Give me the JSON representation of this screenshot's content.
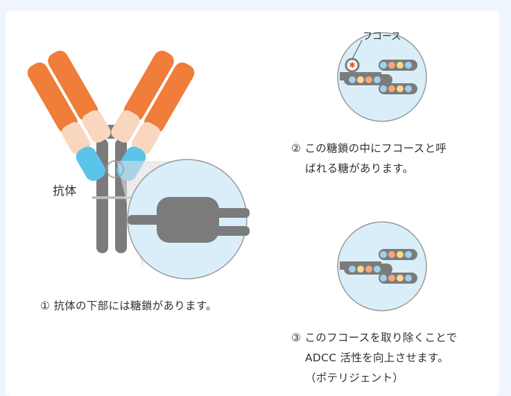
{
  "labels": {
    "antibody": "抗体",
    "fucose": "フコース"
  },
  "steps": [
    {
      "num": "①",
      "lines": [
        "抗体の下部には糖鎖があります。"
      ]
    },
    {
      "num": "②",
      "lines": [
        "この糖鎖の中にフコースと呼",
        "ばれる糖があります。"
      ]
    },
    {
      "num": "③",
      "lines": [
        "このフコースを取り除くことで",
        "ADCC 活性を向上させます。",
        "（ポテリジェント）"
      ]
    }
  ],
  "colors": {
    "page_bg": "#eef5fc",
    "panel_bg": "#ffffff",
    "heavy_chain": "#f07d3a",
    "light_chain_tip": "#5bc4ea",
    "light_chain_mid": "#f9d7bf",
    "fc_gray": "#7b7b7b",
    "zoom_bg": "#d9eef8",
    "sugar_orange": "#f3a77a",
    "sugar_blue": "#9fd0ee",
    "sugar_yellow": "#fcd68d",
    "fucose_red": "#e8552a"
  }
}
